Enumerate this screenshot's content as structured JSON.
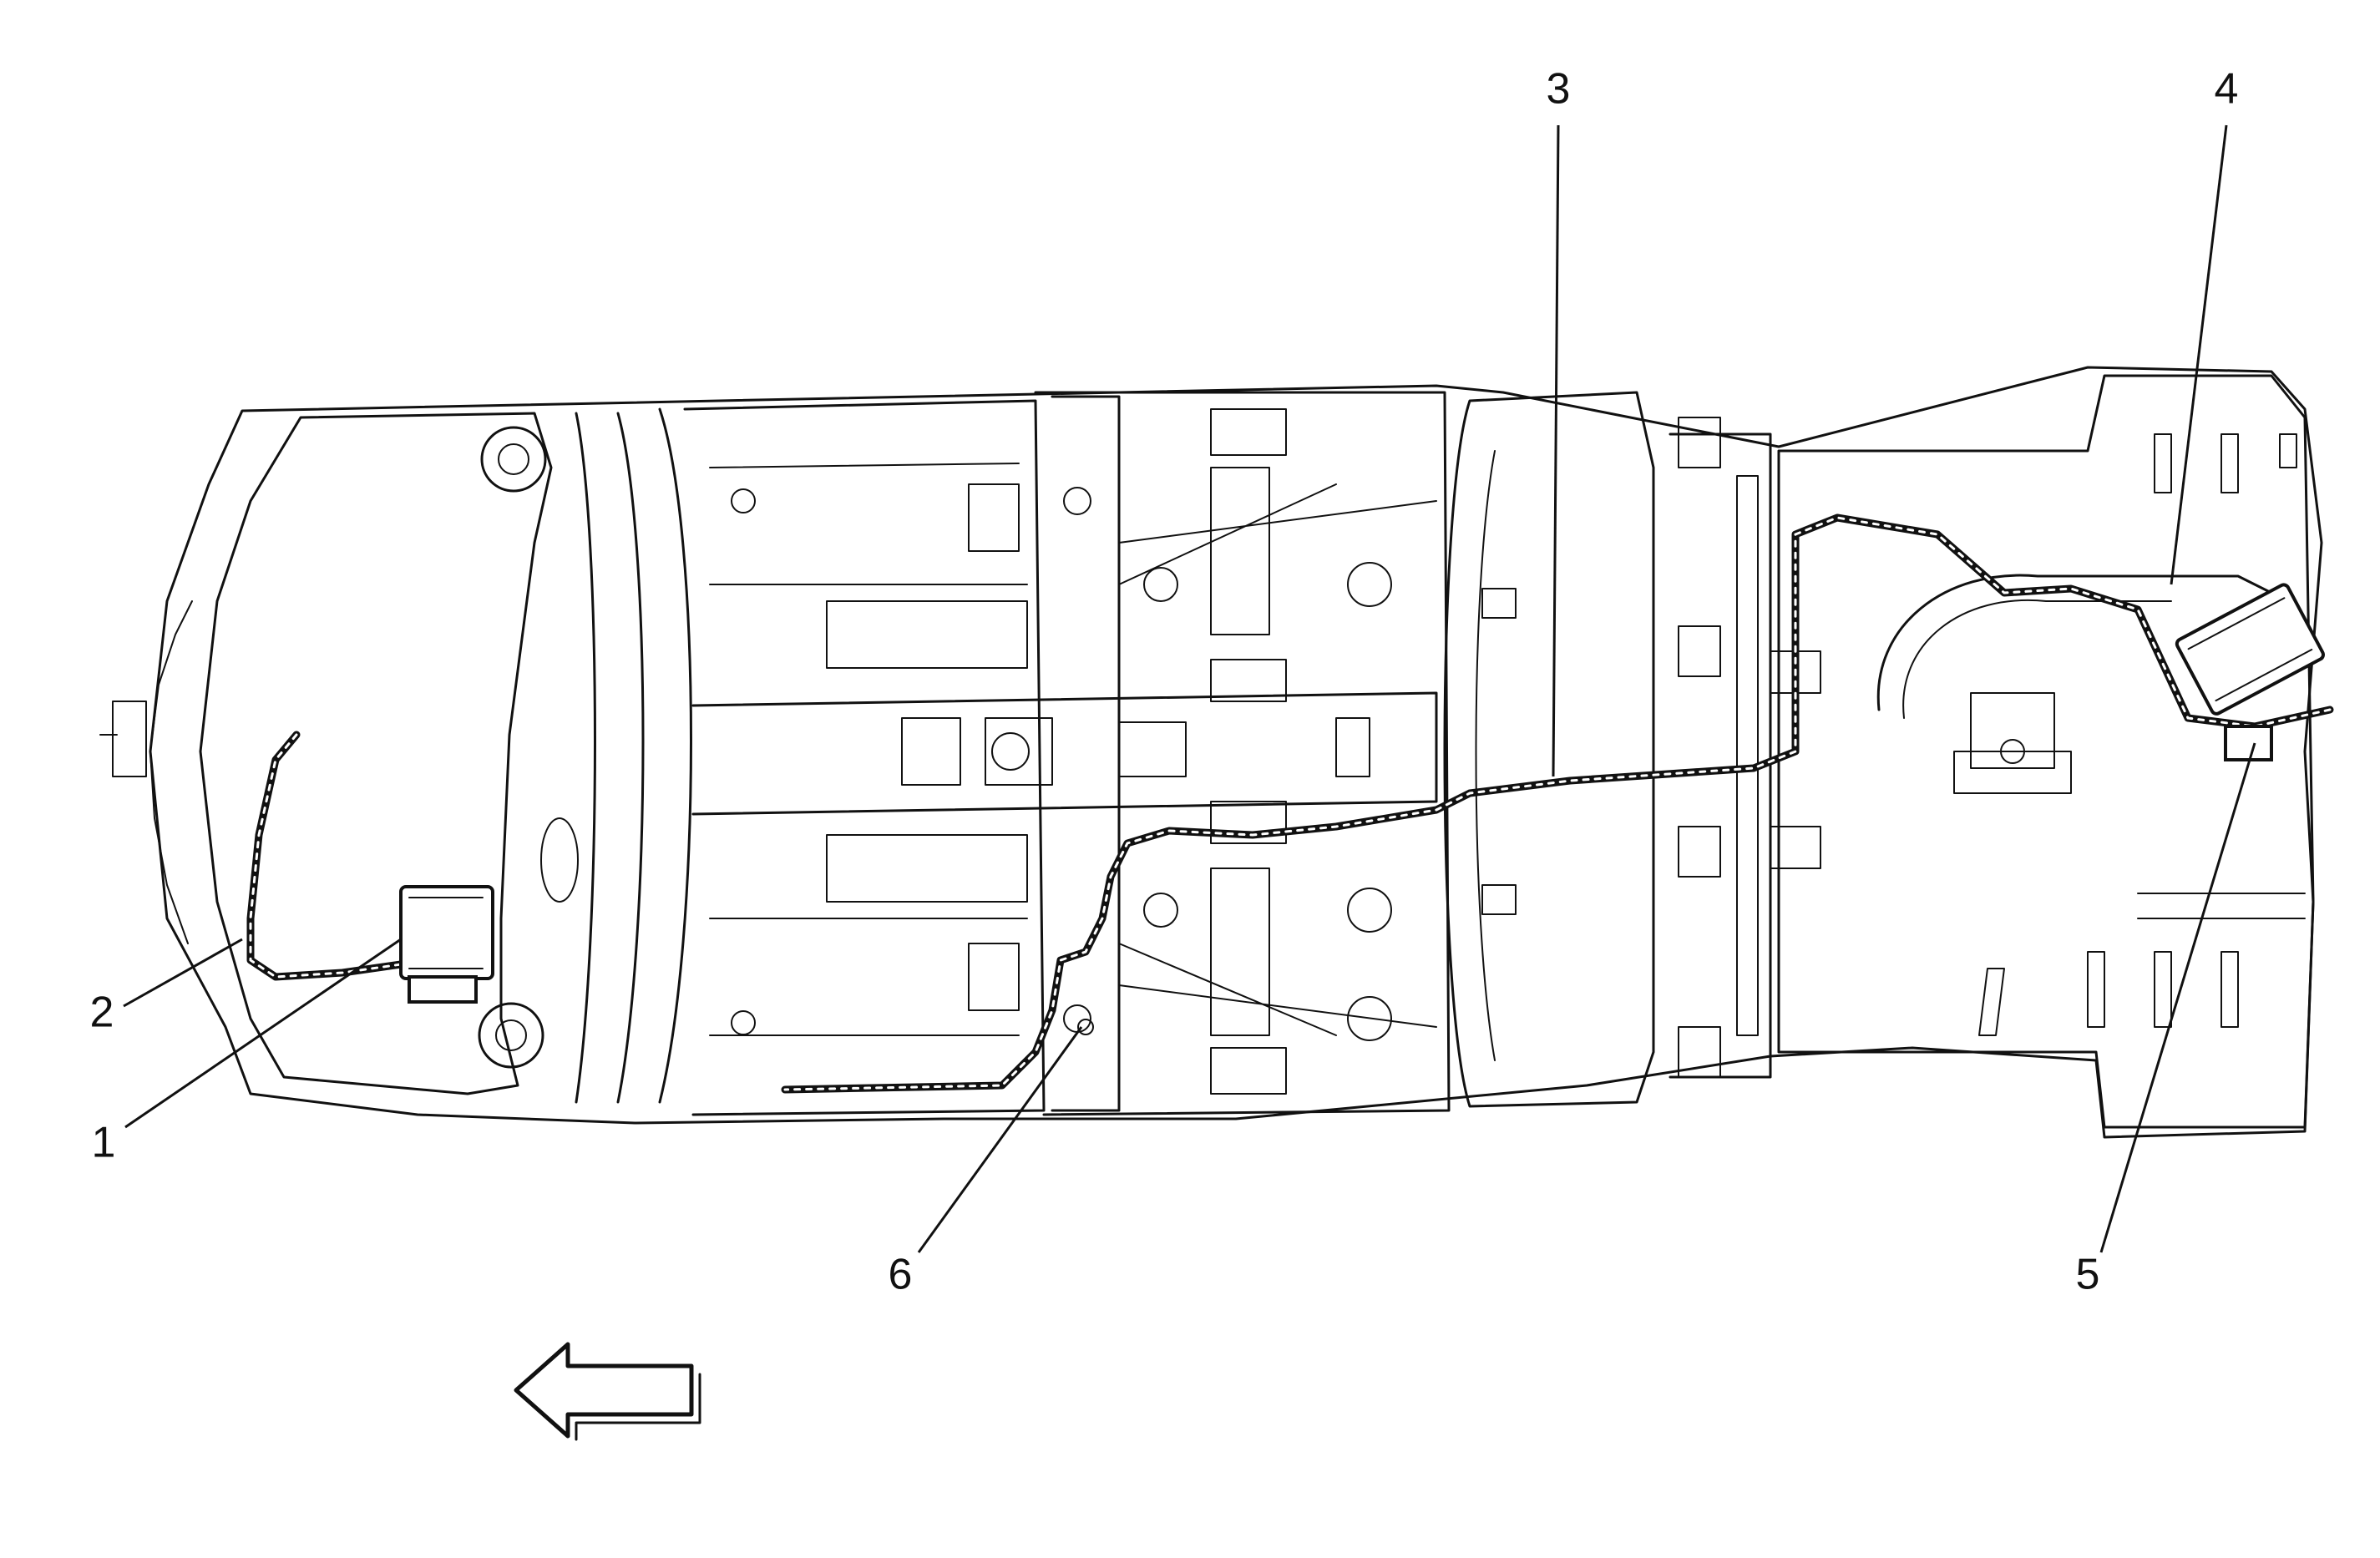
{
  "diagram": {
    "callouts": [
      {
        "id": "1",
        "label": "1"
      },
      {
        "id": "2",
        "label": "2"
      },
      {
        "id": "3",
        "label": "3"
      },
      {
        "id": "4",
        "label": "4"
      },
      {
        "id": "5",
        "label": "5"
      },
      {
        "id": "6",
        "label": "6"
      }
    ],
    "direction_arrow": "front-arrow-icon",
    "colors": {
      "line": "#111111",
      "background": "#ffffff"
    }
  }
}
